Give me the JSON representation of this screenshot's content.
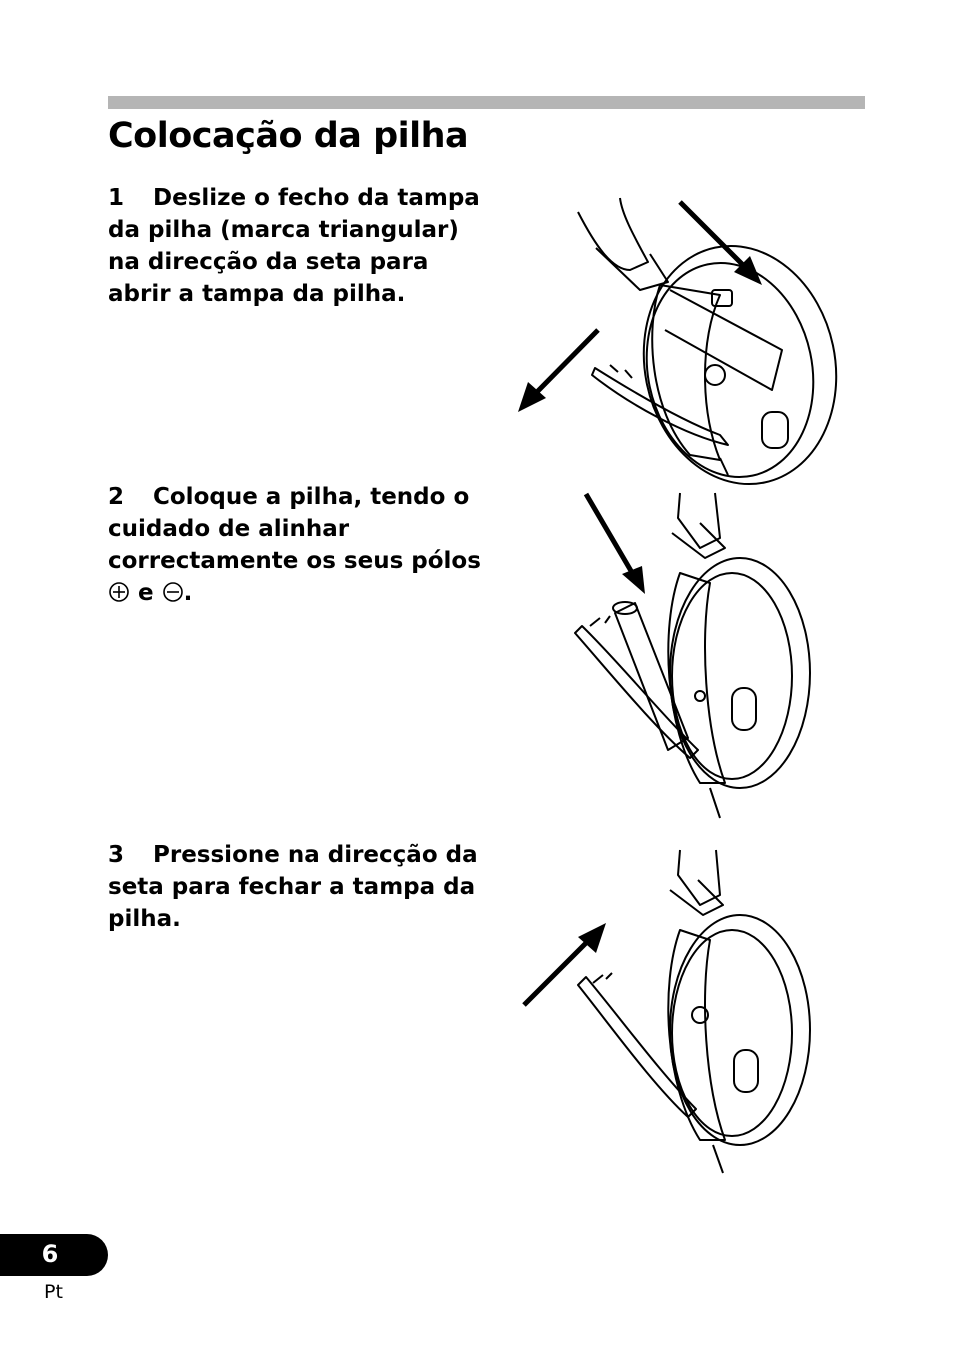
{
  "page": {
    "title": "Colocação da pilha",
    "page_number": "6",
    "language": "Pt"
  },
  "steps": [
    {
      "number": "1",
      "text": "Deslize o fecho da tampa da pilha (marca triangular) na direcção da seta para abrir a tampa da pilha."
    },
    {
      "number": "2",
      "text_before": "Coloque a pilha, tendo o cuidado de alinhar correctamente os seus pólos",
      "text_mid": "e",
      "text_end": "."
    },
    {
      "number": "3",
      "text": "Pressione na direcção da seta para fechar a tampa da pilha."
    }
  ],
  "icons": [
    "plus-circle-icon",
    "minus-circle-icon",
    "arrow-icon"
  ]
}
